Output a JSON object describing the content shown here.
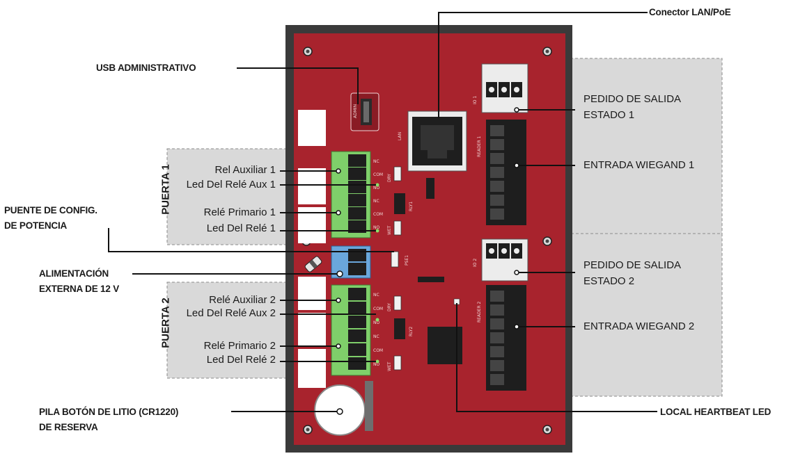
{
  "labels": {
    "lan": "Conector LAN/PoE",
    "usb": "USB ADMINISTRATIVO",
    "pedido1_line1": "PEDIDO DE SALIDA",
    "pedido1_line2": "ESTADO 1",
    "wiegand1": "ENTRADA WIEGAND 1",
    "puerta1": "PUERTA 1",
    "rel_aux1": "Rel Auxiliar 1",
    "led_aux1": "Led Del Relé Aux 1",
    "rele_prim1": "Relé Primario 1",
    "led_rele1": "Led Del Relé 1",
    "puente_line1": "PUENTE DE CONFIG.",
    "puente_line2": "DE POTENCIA",
    "alim_line1": "ALIMENTACIÓN",
    "alim_line2": "EXTERNA DE 12 V",
    "pedido2_line1": "PEDIDO DE SALIDA",
    "pedido2_line2": "ESTADO 2",
    "puerta2": "PUERTA 2",
    "rele_aux2": "Relé Auxiliar 2",
    "led_aux2": "Led Del Relé Aux 2",
    "wiegand2": "ENTRADA WIEGAND 2",
    "rele_prim2": "Relé Primario 2",
    "led_rele2": "Led Del Relé 2",
    "pila_line1": "PILA BOTÓN DE LITIO (CR1220)",
    "pila_line2": "DE RESERVA",
    "heartbeat": "LOCAL HEARTBEAT LED"
  },
  "board": {
    "admin": "ADMIN",
    "lan_port": "LAN",
    "reader1": "READER 1",
    "reader2": "READER 2",
    "io1": "IO 1",
    "io2": "IO 2",
    "rly1": "RLY1",
    "rly2": "RLY2",
    "pse1": "PSE1",
    "dry": "DRY",
    "wet": "WET",
    "nc": "NC",
    "com": "COM",
    "no": "NO"
  },
  "colors": {
    "board": "#a8232d",
    "frame": "#3a3a3a",
    "callout_box": "#d9d9d9",
    "terminal_green": "#7fcf6a",
    "terminal_blue": "#6aa7dc"
  }
}
